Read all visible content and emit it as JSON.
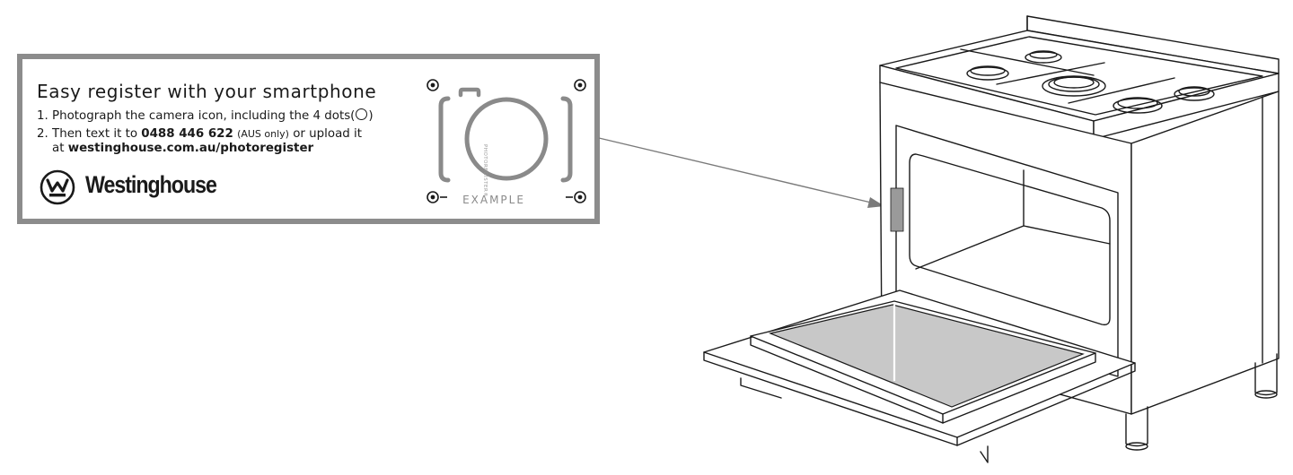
{
  "label": {
    "title": "Easy register with your smartphone",
    "step1_text": "1. Photograph the camera icon, including the 4 dots(",
    "step1_tail": ")",
    "step2_prefix": "2. Then text it to ",
    "step2_phone": "0488 446 622",
    "step2_region": "(AUS only)",
    "step2_suffix": " or upload it",
    "step2b_prefix": "at ",
    "step2b_url": "westinghouse.com.au/photoregister",
    "brand": "Westinghouse",
    "example": "EXAMPLE",
    "camera_side_text": "PHOTOREGISTER®"
  },
  "colors": {
    "card_border": "#8c8c8c",
    "ink": "#1a1a1a",
    "camera_gray": "#8a8a8a",
    "glass_fill": "#c8c8c8",
    "arrow": "#7a7a7a"
  },
  "icons": [
    "westinghouse-logo-icon",
    "camera-icon",
    "registration-dot-icon",
    "arrow-icon"
  ]
}
